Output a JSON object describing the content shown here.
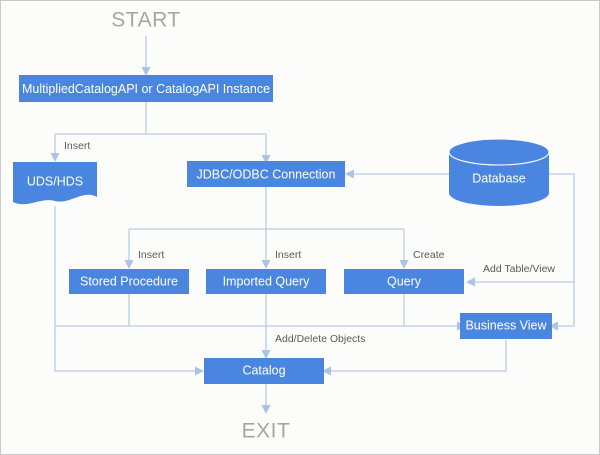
{
  "diagram": {
    "title_start": "START",
    "title_exit": "EXIT",
    "colors": {
      "node_fill": "#4a86e0",
      "node_fill_dark": "#3f78d0",
      "connector": "#b8cce8",
      "arrow": "#aac4e6",
      "terminal_text": "#a6a6a6",
      "edge_text": "#5a5a5a",
      "node_text": "#ffffff",
      "background": "#fcfdfa",
      "border": "#c9c9c9"
    },
    "nodes": [
      {
        "id": "api",
        "label": "MultipliedCatalogAPI or CatalogAPI Instance",
        "shape": "rect"
      },
      {
        "id": "uds",
        "label": "UDS/HDS",
        "shape": "document"
      },
      {
        "id": "jdbc",
        "label": "JDBC/ODBC Connection",
        "shape": "rect"
      },
      {
        "id": "database",
        "label": "Database",
        "shape": "cylinder"
      },
      {
        "id": "storedproc",
        "label": "Stored Procedure",
        "shape": "rect"
      },
      {
        "id": "impquery",
        "label": "Imported Query",
        "shape": "rect"
      },
      {
        "id": "query",
        "label": "Query",
        "shape": "rect"
      },
      {
        "id": "busview",
        "label": "Business View",
        "shape": "rect"
      },
      {
        "id": "catalog",
        "label": "Catalog",
        "shape": "rect"
      }
    ],
    "edge_labels": [
      {
        "id": "insert-uds",
        "text": "Insert"
      },
      {
        "id": "insert-sp",
        "text": "Insert"
      },
      {
        "id": "insert-iq",
        "text": "Insert"
      },
      {
        "id": "create-query",
        "text": "Create"
      },
      {
        "id": "add-table-view",
        "text": "Add Table/View"
      },
      {
        "id": "add-delete-objs",
        "text": "Add/Delete Objects"
      }
    ]
  }
}
